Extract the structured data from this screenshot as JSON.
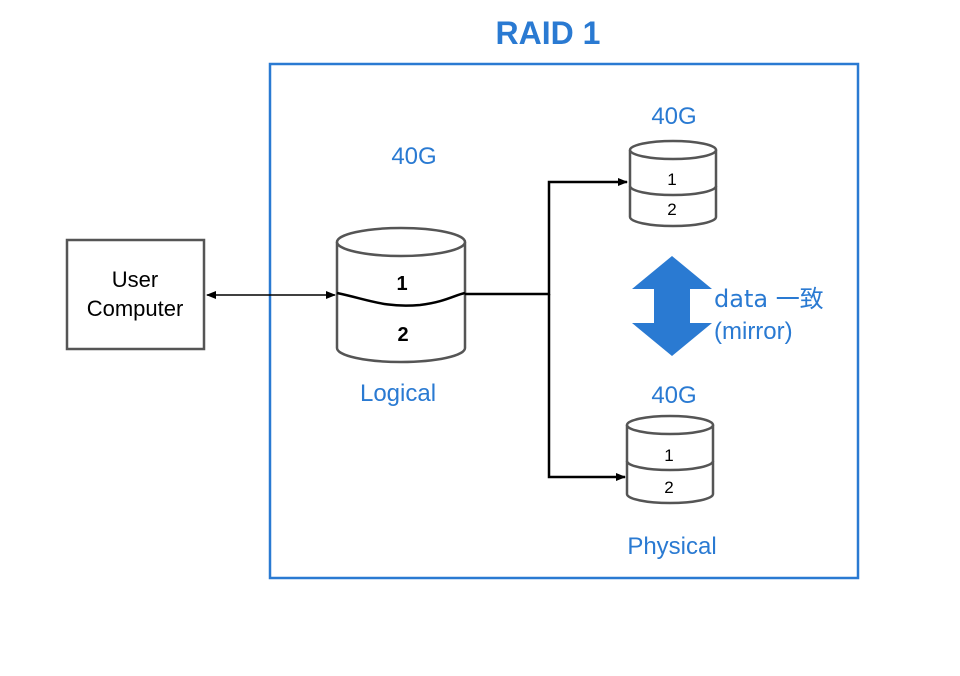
{
  "title": "RAID 1",
  "user_computer": {
    "line1": "User",
    "line2": "Computer"
  },
  "logical_disk": {
    "size": "40G",
    "partition1": "1",
    "partition2": "2",
    "label": "Logical"
  },
  "physical_disk_top": {
    "size": "40G",
    "partition1": "1",
    "partition2": "2"
  },
  "physical_disk_bottom": {
    "size": "40G",
    "partition1": "1",
    "partition2": "2"
  },
  "physical_label": "Physical",
  "mirror_note": {
    "line1": "data 一致",
    "line2": "(mirror)"
  },
  "colors": {
    "accent": "#2a7ad2",
    "frame": "#2a7ad2",
    "arrow": "#2a7ad2",
    "stroke": "#555555"
  }
}
